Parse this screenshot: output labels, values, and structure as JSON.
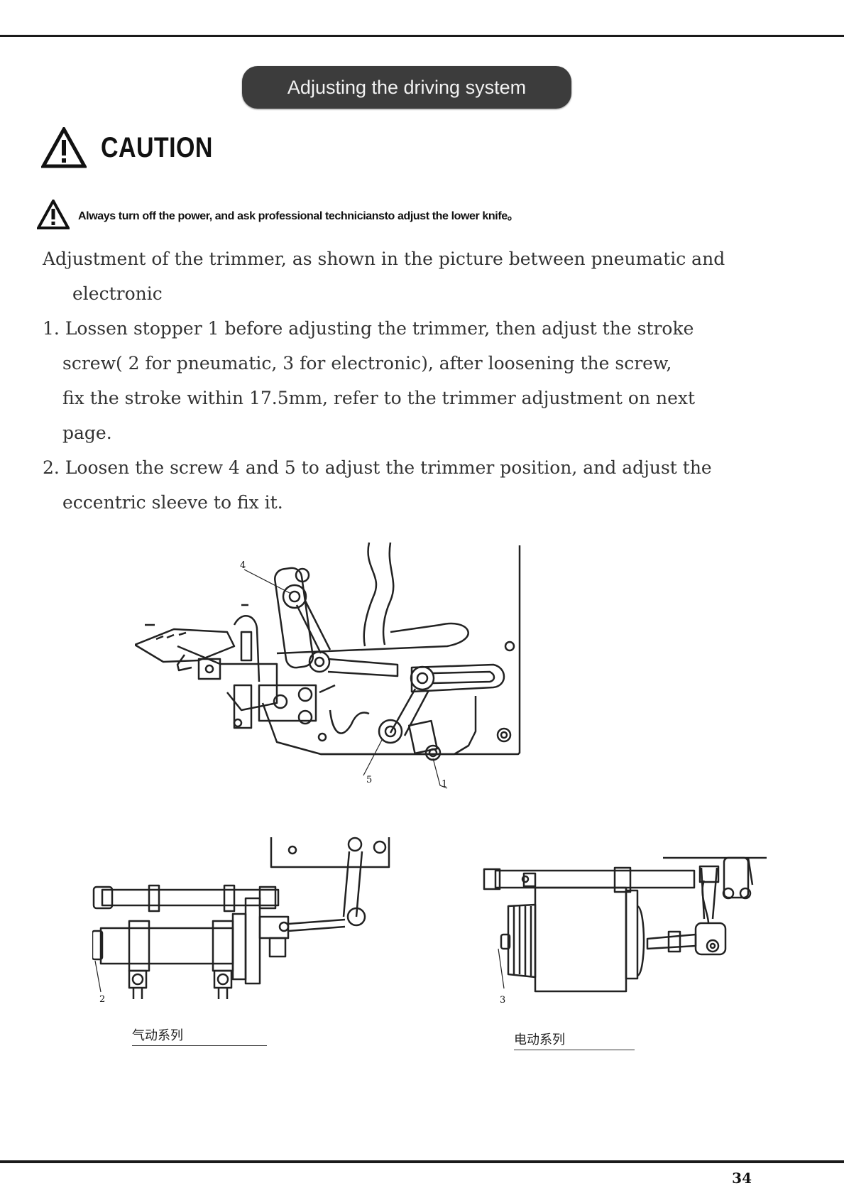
{
  "header": {
    "title": "Adjusting the driving system"
  },
  "caution": {
    "label": "CAUTION",
    "icon": "warning-triangle-icon"
  },
  "warning": {
    "text": "Always turn off the power, and ask professional techniciansto adjust the lower knife。",
    "icon": "warning-triangle-icon"
  },
  "intro": {
    "line1": "Adjustment of the trimmer, as shown in the picture between pneumatic and",
    "line2": "electronic"
  },
  "steps": [
    {
      "number": "1.",
      "lines": [
        "Lossen stopper 1 before adjusting the trimmer,  then adjust the stroke",
        "screw( 2 for pneumatic, 3 for electronic), after loosening the screw,",
        "fix the stroke within 17.5mm, refer to the trimmer adjustment on next",
        "page."
      ]
    },
    {
      "number": "2.",
      "lines": [
        "Loosen the screw 4 and 5 to adjust the trimmer position, and adjust the",
        "eccentric sleeve to fix it."
      ]
    }
  ],
  "figures": {
    "main": {
      "callouts": [
        "4",
        "5",
        "1"
      ]
    },
    "pneumatic": {
      "callout": "2",
      "caption": "气动系列"
    },
    "electronic": {
      "callout": "3",
      "caption": "电动系列"
    }
  },
  "page_number": "34"
}
